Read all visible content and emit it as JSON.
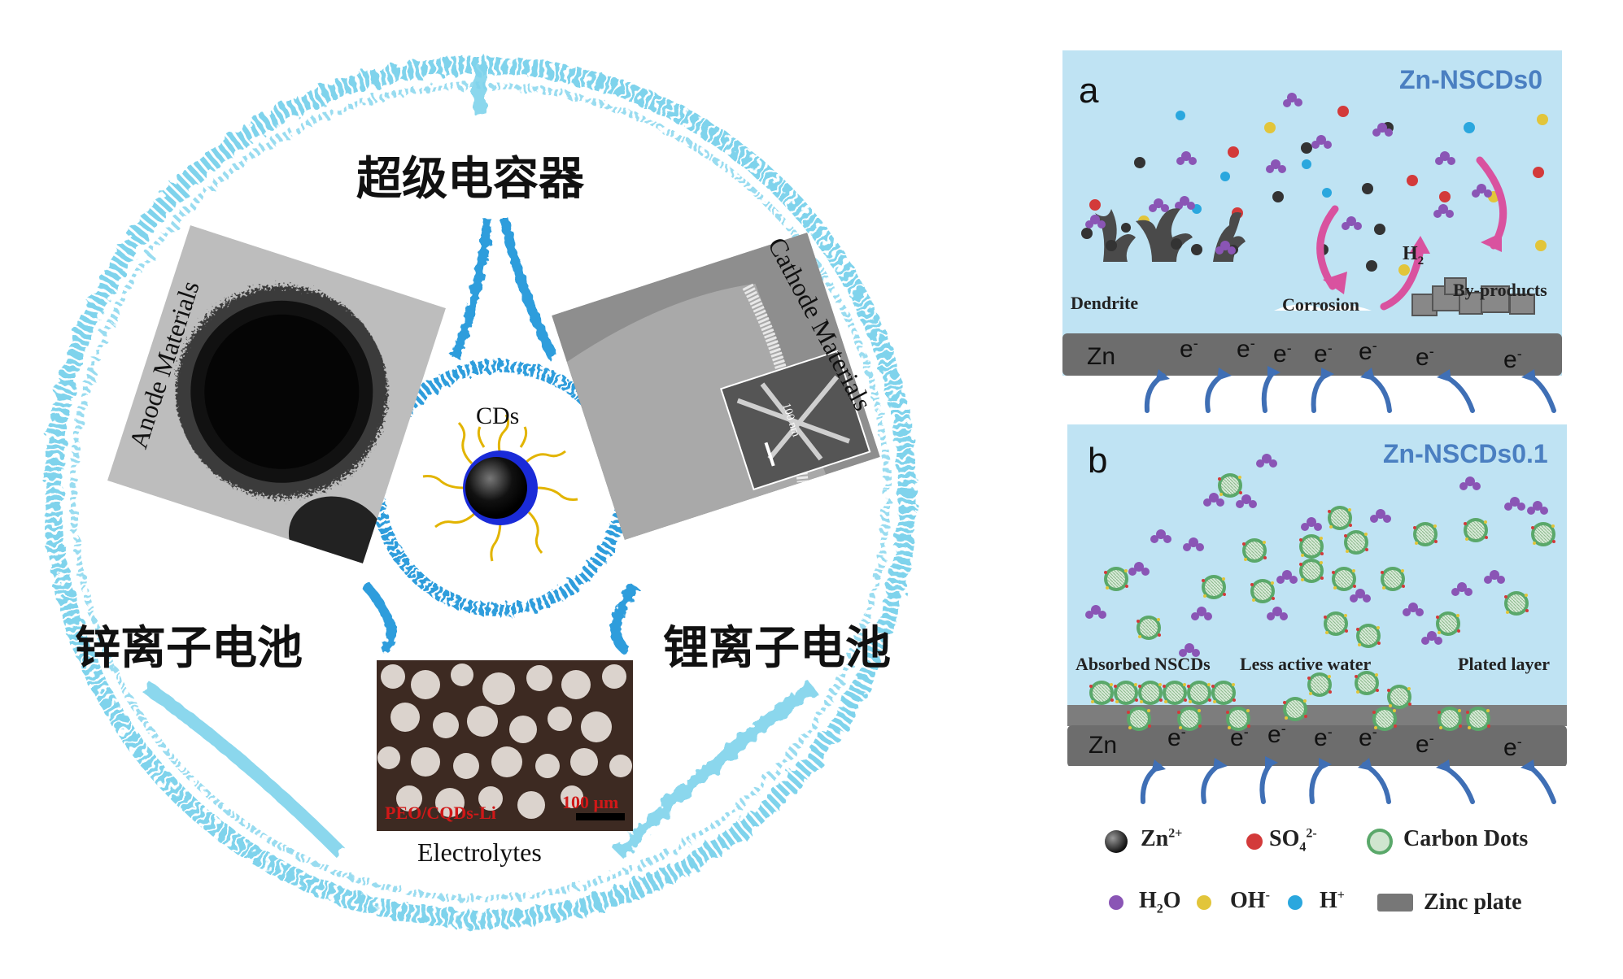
{
  "left": {
    "top_label": "超级电容器",
    "left_label": "锌离子电池",
    "right_label": "锂离子电池",
    "anode_label": "Anode Materials",
    "cathode_label": "Cathode Materials",
    "cds_label": "CDs",
    "electrolyte_label": "Electrolytes",
    "electrolyte_caption": "PEO/CQDs-Li",
    "electrolyte_scale": "100 μm",
    "cathode_scale_small": "100 nm"
  },
  "panel_a": {
    "letter": "a",
    "title": "Zn-NSCDs0",
    "dendrite": "Dendrite",
    "corrosion": "Corrosion",
    "h2": "H",
    "h2_sub": "2",
    "byproducts": "By-products",
    "zn": "Zn",
    "electron": "e",
    "electron_sup": "-"
  },
  "panel_b": {
    "letter": "b",
    "title": "Zn-NSCDs0.1",
    "absorbed": "Absorbed NSCDs",
    "less_active": "Less active water",
    "plated": "Plated layer",
    "zn": "Zn",
    "electron": "e",
    "electron_sup": "-"
  },
  "legend": {
    "zn2": "Zn",
    "zn2_sup": "2+",
    "so4": "SO",
    "so4_sub": "4",
    "so4_sup": "2-",
    "carbon_dots": "Carbon Dots",
    "h2o_a": "H",
    "h2o_sub": "2",
    "h2o_b": "O",
    "oh": "OH",
    "oh_sup": "-",
    "h": "H",
    "h_sup": "+",
    "zinc_plate": "Zinc plate"
  },
  "colors": {
    "ring": "#7fd3ec",
    "inner_ring": "#2f9ddc",
    "panel_bg": "#bfe3f3",
    "title_blue": "#4a7fc1",
    "arrow_blue": "#3f6fb5",
    "arrow_pink": "#d9529f",
    "zn_ion": "#333333",
    "so4_ion": "#d33a3a",
    "h2o": "#8a55b5",
    "oh": "#e2c53a",
    "h_ion": "#2aa7de",
    "carbon_dot": "#5aa86a"
  }
}
